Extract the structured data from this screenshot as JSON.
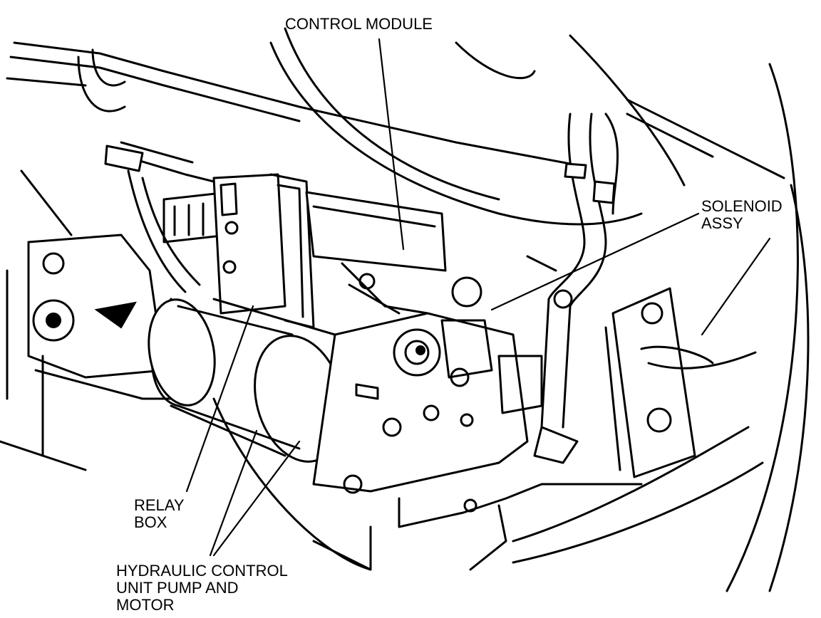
{
  "labels": {
    "control_module": "CONTROL MODULE",
    "solenoid_assy": [
      "SOLENOID",
      "ASSY"
    ],
    "relay_box": [
      "RELAY",
      "BOX"
    ],
    "hydraulic_control_unit": [
      "HYDRAULIC CONTROL",
      "UNIT PUMP AND",
      "MOTOR"
    ]
  },
  "colors": {
    "ink": "#000000",
    "paper": "#ffffff"
  }
}
